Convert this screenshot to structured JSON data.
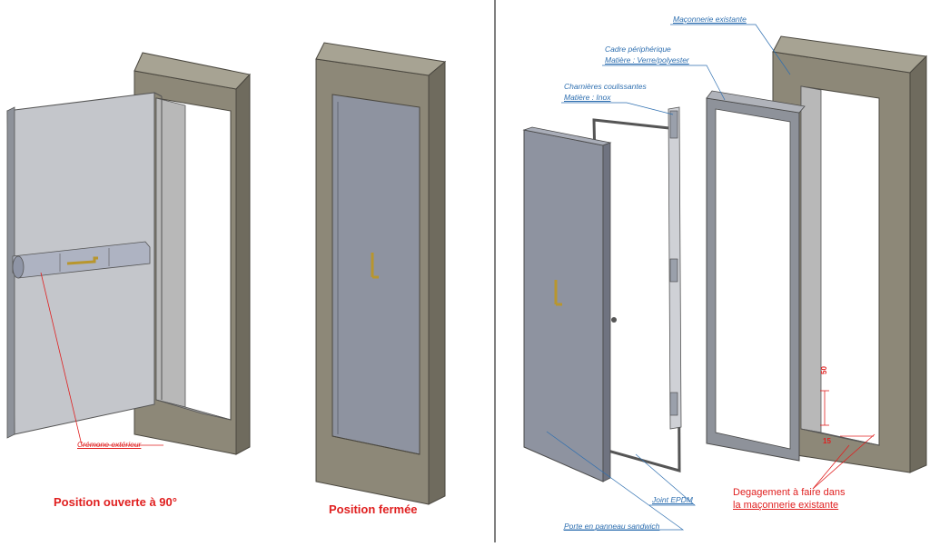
{
  "colors": {
    "frame": "#8d8878",
    "frame_light": "#a7a393",
    "frame_dark": "#6f6b5e",
    "door": "#8e93a0",
    "door_light": "#a9adb8",
    "door_dark": "#6f7380",
    "handle": "#b8962e",
    "label_blue": "#2e6fb0",
    "label_red": "#e02020",
    "divider": "#000000"
  },
  "labels": {
    "left": {
      "cremone": "Crémone extérieur",
      "caption_open": "Position ouverte à 90°",
      "caption_closed": "Position fermée"
    },
    "right": {
      "maconnerie": "Maçonnerie existante",
      "cadre_1": "Cadre périphérique",
      "cadre_2": "Matière : Verre/polyester",
      "charnieres_1": "Charnières coulissantes",
      "charnieres_2": "Matière : Inox",
      "joint": "Joint EPDM",
      "porte": "Porte en panneau sandwich",
      "degagement_1": "Degagement à faire dans",
      "degagement_2": "la maçonnerie existante",
      "dim_50": "50",
      "dim_15": "15"
    }
  }
}
